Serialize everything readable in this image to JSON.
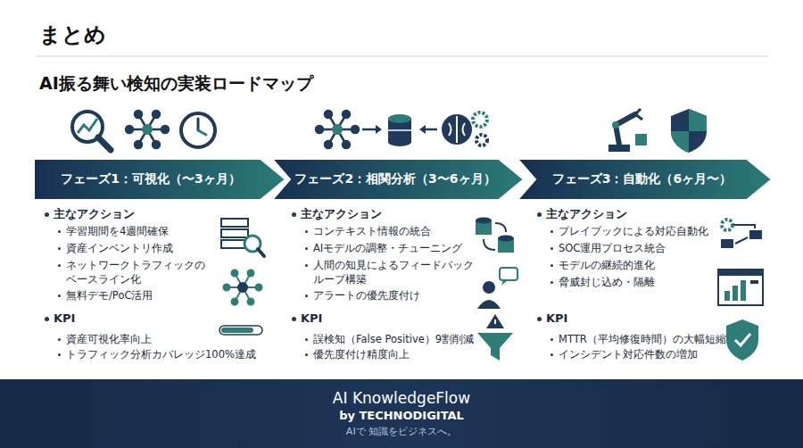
{
  "diagram": {
    "title": "まとめ",
    "nodes": [
      {
        "text": [
          "フェーズ1：可視化（〜3ヶ月）"
        ]
      },
      {
        "text": [
          "フェーズ2：相関分析（3〜6ヶ月）"
        ]
      },
      {
        "text": [
          "フェーズ3：自動化（6ヶ月〜）"
        ]
      },
      {
        "text": [
          "AI KnowledgeFlow",
          "by TECHNODIGITAL",
          "AIで 知識をビジネスへ。"
        ]
      }
    ],
    "labels": [
      "AI振る舞い検知の実装ロードマップ",
      "主なアクション",
      "学習期間を4週間確保",
      "資産インベントリ作成",
      "ネットワークトラフィックの ベースライン化",
      "無料デモ/PoC活用",
      "KPI",
      "資産可視化率向上",
      "トラフィック分析カバレッジ100%達成",
      "主なアクション",
      "コンテキスト情報の統合",
      "AIモデルの調整・チューニング",
      "人間の知見によるフィードバック ループ構築",
      "アラートの優先度付け",
      "KPI",
      "誤検知（False Positive）9割削減",
      "優先度付け精度向上",
      "主なアクション",
      "プレイブックによる対応自動化",
      "SOC運用プロセス統合",
      "モデルの継続的進化",
      "脅威封じ込め・隔離",
      "KPI",
      "MTTR（平均修復時間）の大幅短縮",
      "インシデント対応件数の増加"
    ]
  }
}
